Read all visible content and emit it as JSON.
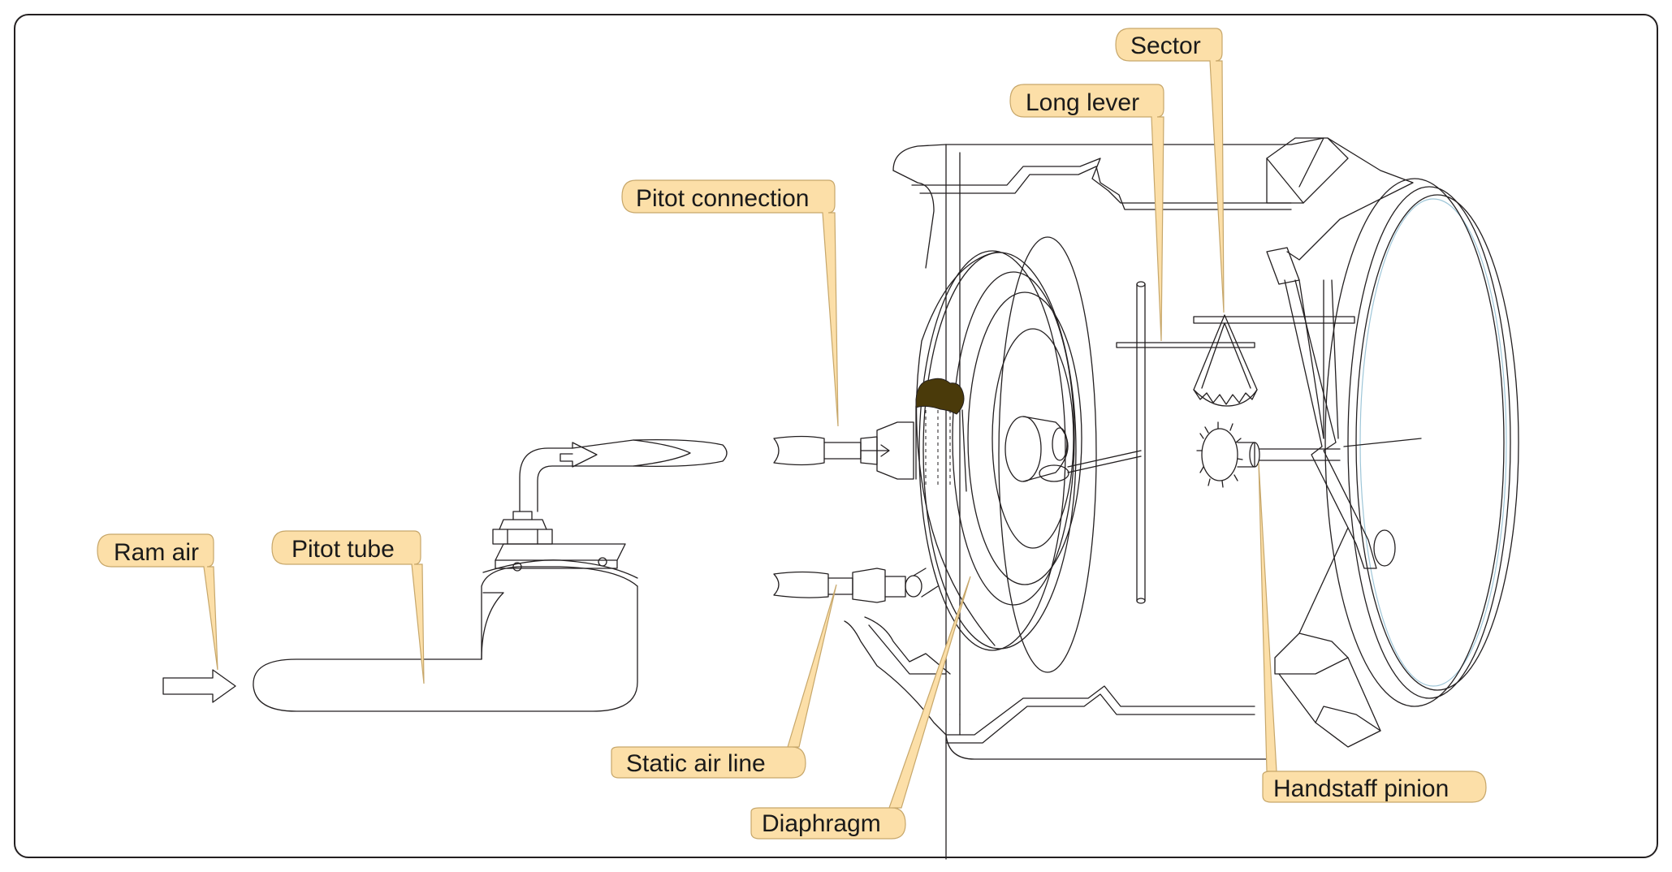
{
  "labels": {
    "ram_air": "Ram air",
    "pitot_tube": "Pitot tube",
    "pitot_connection": "Pitot connection",
    "static_air_line": "Static air line",
    "diaphragm": "Diaphragm",
    "long_lever": "Long lever",
    "sector": "Sector",
    "handstaff_pinion": "Handstaff pinion"
  },
  "colors": {
    "callout_fill": "#fcdfa8",
    "callout_stroke": "#c7a76a",
    "line": "#231f20",
    "diaphragm_mark": "#4a3a0a",
    "dial_accent": "#9ec6d8"
  }
}
